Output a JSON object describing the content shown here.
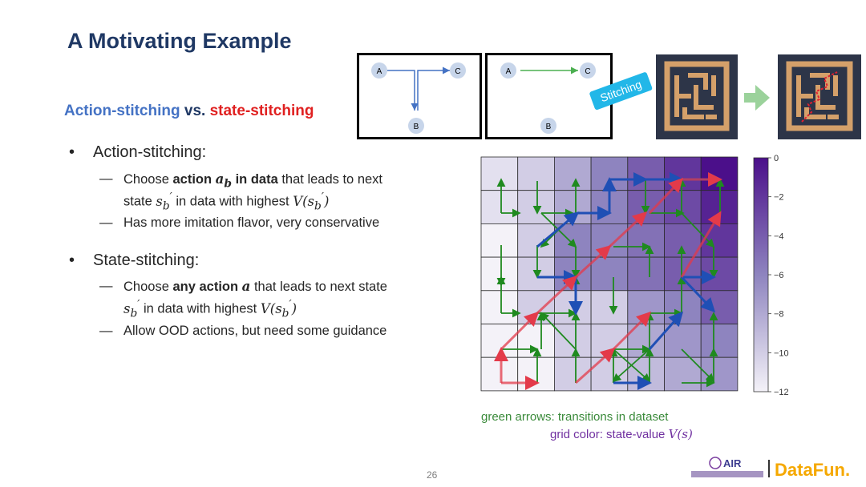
{
  "slide": {
    "title": "A Motivating Example",
    "subtitle": {
      "part1": "Action-stitching",
      "part2": "vs.",
      "part3": "state-stitching"
    },
    "bullets": [
      {
        "label": "Action-stitching:",
        "items": [
          {
            "pre": "Choose ",
            "bold1": "action ",
            "m1": "a",
            "m1sub": "b",
            "bold2": " in data",
            "mid": " that leads to next",
            "line2pre": "state ",
            "m2": "s",
            "m2sub": "b",
            "m2sup": "′",
            "line2mid": " in data with highest ",
            "m3": "V(s",
            "m3sub": "b",
            "m3sup": "′",
            "m3end": ")"
          },
          {
            "text": "Has more imitation flavor, very conservative"
          }
        ]
      },
      {
        "label": "State-stitching:",
        "items": [
          {
            "pre": "Choose ",
            "bold1": "any action ",
            "m1": "a",
            "mid": " that leads to next state",
            "line2pre": "",
            "m2": "s",
            "m2sub": "b",
            "m2sup": "′",
            "line2mid": " in data with highest ",
            "m3": "V(s",
            "m3sub": "b",
            "m3sup": "′",
            "m3end": ")"
          },
          {
            "text": "Allow OOD actions, but need some guidance"
          }
        ]
      }
    ],
    "dash": "—",
    "bullet_dot": "•",
    "captions": {
      "line1": "green arrows: transitions in dataset",
      "line2_pre": "grid color: state-value ",
      "line2_math": "V(s)"
    },
    "page_number": "26",
    "stitching_label": "Stitching",
    "logo_text": "DataFun.",
    "logo_air": "AIR"
  },
  "diagram": {
    "nodes": [
      "A",
      "C",
      "B"
    ],
    "colors": {
      "node_fill": "#c7d5ea",
      "action_edge": "#4472c4",
      "state_edge": "#4caf50",
      "box_border": "#000000"
    }
  },
  "chart_data": {
    "type": "heatmap",
    "colorbar": {
      "ticks": [
        0,
        -2,
        -4,
        -6,
        -8,
        -10,
        -12
      ],
      "range": [
        -12,
        0
      ]
    },
    "grid": {
      "rows": 7,
      "cols": 7
    },
    "values": [
      [
        -11,
        -10,
        -8,
        -6,
        -4,
        -2,
        0
      ],
      [
        -11,
        -10,
        -8,
        -6,
        -4,
        -3,
        -1
      ],
      [
        -12,
        -10,
        -6,
        -6,
        -5,
        -4,
        -2
      ],
      [
        -12,
        -10,
        -6,
        -6,
        -5,
        -4,
        -3
      ],
      [
        -12,
        -10,
        -10,
        -10,
        -7,
        -6,
        -4
      ],
      [
        -12,
        -12,
        -10,
        -10,
        -8,
        -7,
        -6
      ],
      [
        -12,
        -12,
        -10,
        -10,
        -9,
        -8,
        -7
      ]
    ],
    "colors": {
      "green": "#1f8a1f",
      "blue": "#1f4fb5",
      "red": "#e33a4a",
      "cmap_high": "#4b0f8a",
      "cmap_low": "#f4f2f8"
    }
  }
}
